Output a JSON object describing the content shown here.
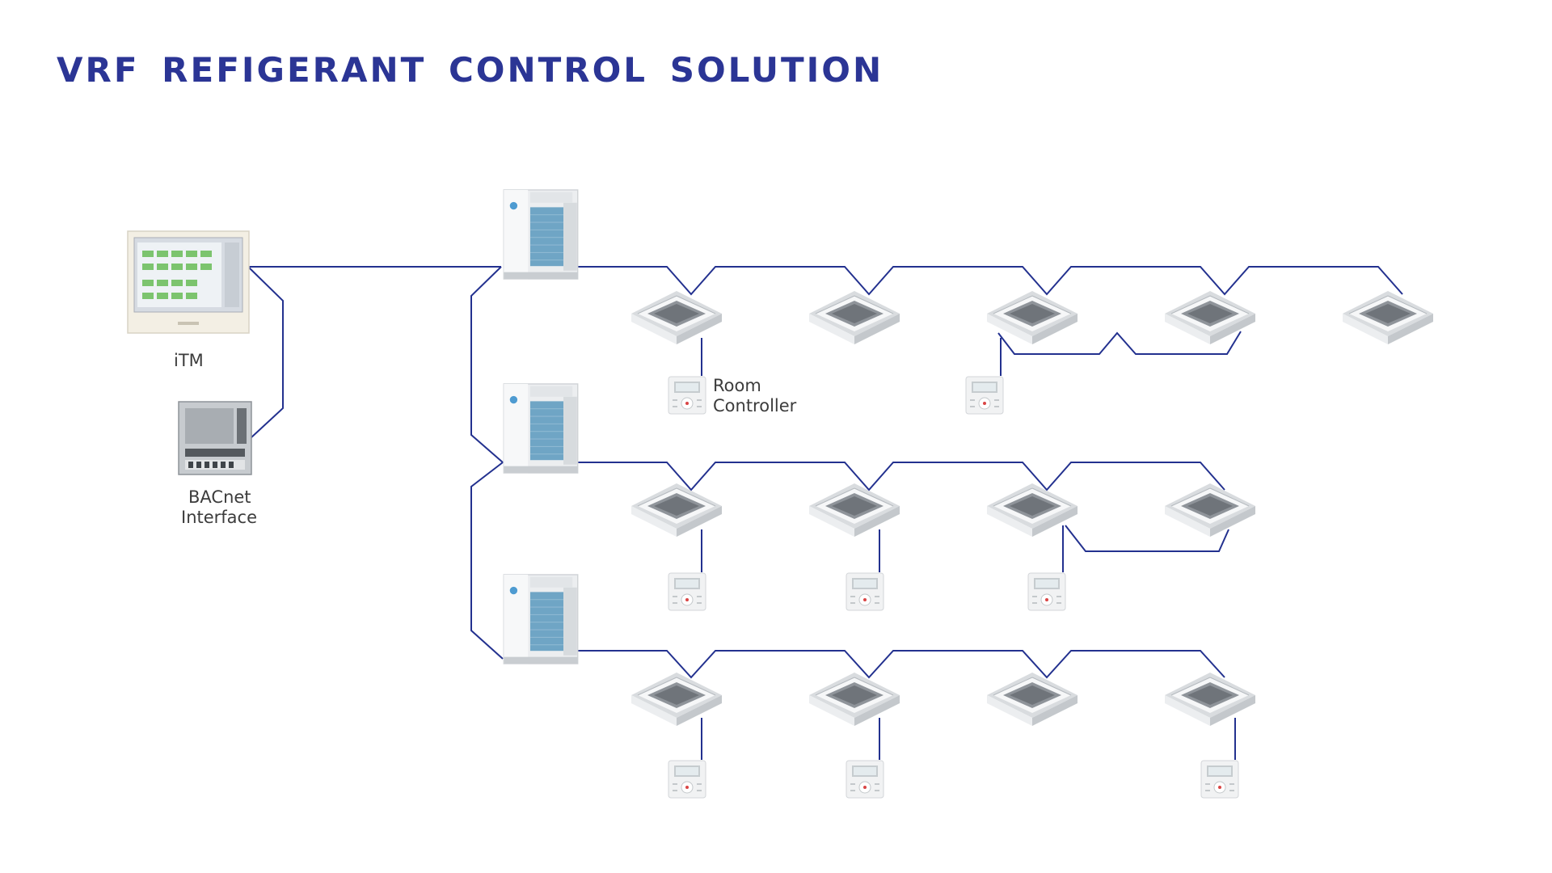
{
  "title": "VRF REFIGERANT CONTROL SOLUTION",
  "labels": {
    "itm": "iTM",
    "bacnet_line1": "BACnet",
    "bacnet_line2": "Interface",
    "room_line1": "Room",
    "room_line2": "Controller"
  },
  "colors": {
    "title": "#2b3595",
    "wire": "#23318f",
    "outdoor_coil": "#6fa5c5"
  },
  "icons": {
    "itm": "touchscreen-controller-icon",
    "bacnet": "bacnet-gateway-icon",
    "outdoor": "vrf-outdoor-unit-icon",
    "indoor": "ceiling-cassette-icon",
    "remote": "room-controller-icon"
  }
}
